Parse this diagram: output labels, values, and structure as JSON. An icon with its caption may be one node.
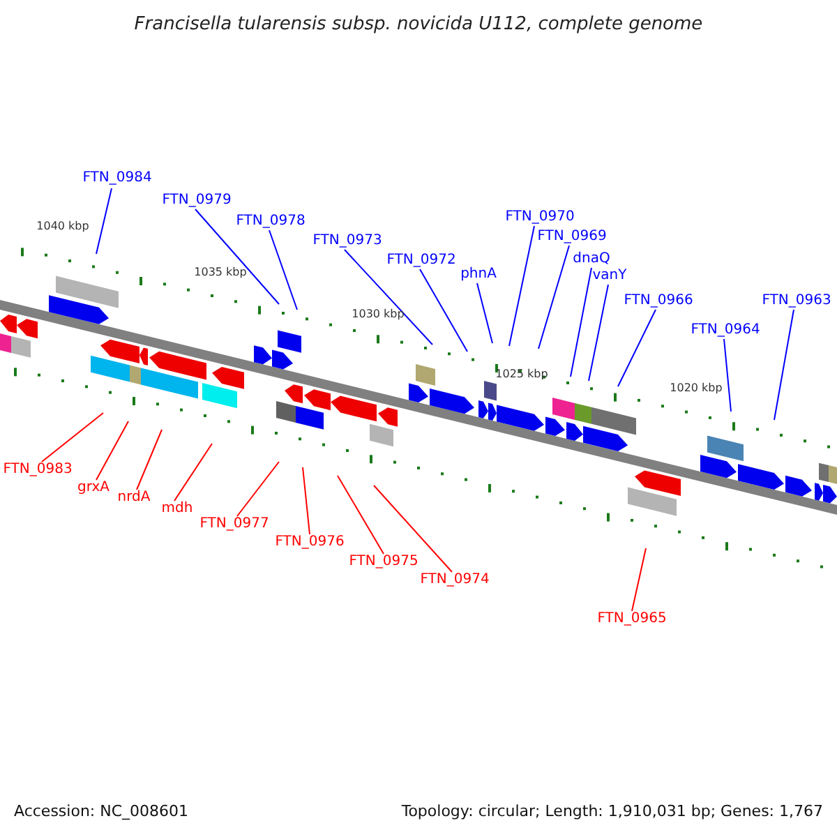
{
  "diagram": {
    "title": "Francisella tularensis subsp. novicida U112, complete genome",
    "nodes": [
      {
        "text": [
          "FTN_0984"
        ]
      },
      {
        "text": [
          "FTN_0979"
        ]
      },
      {
        "text": [
          "FTN_0978"
        ]
      },
      {
        "text": [
          "FTN_0973"
        ]
      },
      {
        "text": [
          "FTN_0972"
        ]
      },
      {
        "text": [
          "phnA"
        ]
      },
      {
        "text": [
          "FTN_0970"
        ]
      },
      {
        "text": [
          "FTN_0969"
        ]
      },
      {
        "text": [
          "dnaQ"
        ]
      },
      {
        "text": [
          "vanY"
        ]
      },
      {
        "text": [
          "FTN_0966"
        ]
      },
      {
        "text": [
          "FTN_0964"
        ]
      },
      {
        "text": [
          "FTN_0963"
        ]
      },
      {
        "text": [
          "FTN_0983"
        ]
      },
      {
        "text": [
          "grxA"
        ]
      },
      {
        "text": [
          "nrdA"
        ]
      },
      {
        "text": [
          "mdh"
        ]
      },
      {
        "text": [
          "FTN_0977"
        ]
      },
      {
        "text": [
          "FTN_0976"
        ]
      },
      {
        "text": [
          "FTN_0975"
        ]
      },
      {
        "text": [
          "FTN_0974"
        ]
      },
      {
        "text": [
          "FTN_0965"
        ]
      }
    ],
    "edges": [
      {
        "from": 0,
        "to": null,
        "arrow": "none"
      },
      {
        "from": 1,
        "to": null,
        "arrow": "none"
      },
      {
        "from": 2,
        "to": null,
        "arrow": "none"
      },
      {
        "from": 3,
        "to": null,
        "arrow": "none"
      },
      {
        "from": 4,
        "to": null,
        "arrow": "none"
      },
      {
        "from": 5,
        "to": null,
        "arrow": "none"
      },
      {
        "from": 6,
        "to": null,
        "arrow": "none"
      },
      {
        "from": 7,
        "to": null,
        "arrow": "none"
      },
      {
        "from": 8,
        "to": null,
        "arrow": "none"
      },
      {
        "from": 9,
        "to": null,
        "arrow": "none"
      },
      {
        "from": 10,
        "to": null,
        "arrow": "none"
      },
      {
        "from": 11,
        "to": null,
        "arrow": "none"
      },
      {
        "from": 12,
        "to": null,
        "arrow": "none"
      },
      {
        "from": 13,
        "to": null,
        "arrow": "none",
        "color": "#ff0000"
      },
      {
        "from": 14,
        "to": null,
        "arrow": "none",
        "color": "#ff0000"
      },
      {
        "from": 15,
        "to": null,
        "arrow": "none",
        "color": "#ff0000"
      },
      {
        "from": 16,
        "to": null,
        "arrow": "none",
        "color": "#ff0000"
      },
      {
        "from": 17,
        "to": null,
        "arrow": "none",
        "color": "#ff0000"
      },
      {
        "from": 18,
        "to": null,
        "arrow": "none",
        "color": "#ff0000"
      },
      {
        "from": 19,
        "to": null,
        "arrow": "none",
        "color": "#ff0000"
      },
      {
        "from": 20,
        "to": null,
        "arrow": "none",
        "color": "#ff0000"
      },
      {
        "from": 21,
        "to": null,
        "arrow": "none",
        "color": "#ff0000"
      }
    ],
    "labels": [
      "1040 kbp",
      "1035 kbp",
      "1030 kbp",
      "1025 kbp",
      "1020 kbp",
      "Accession: NC_008601",
      "Topology: circular; Length: 1,910,031 bp; Genes: 1,767"
    ]
  }
}
